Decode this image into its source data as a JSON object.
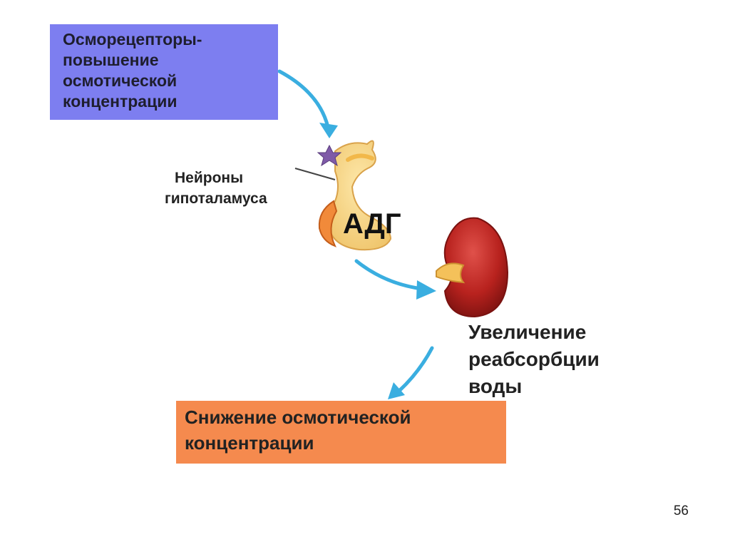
{
  "slide": {
    "top_box": {
      "lines": [
        "Осморецепторы-",
        "повышение",
        "осмотической",
        "концентрации"
      ],
      "color": "#7d7ef0"
    },
    "neurons_label": [
      "Нейроны",
      "гипоталамуса"
    ],
    "hormone_label": "АДГ",
    "kidney_label": [
      "Увеличение",
      "реабсорбции",
      "воды"
    ],
    "bottom_box": {
      "lines": [
        "Снижение осмотической",
        "концентрации"
      ],
      "color": "#f58a4e"
    },
    "page_number": "56",
    "arrow_color": "#3aaee0"
  }
}
